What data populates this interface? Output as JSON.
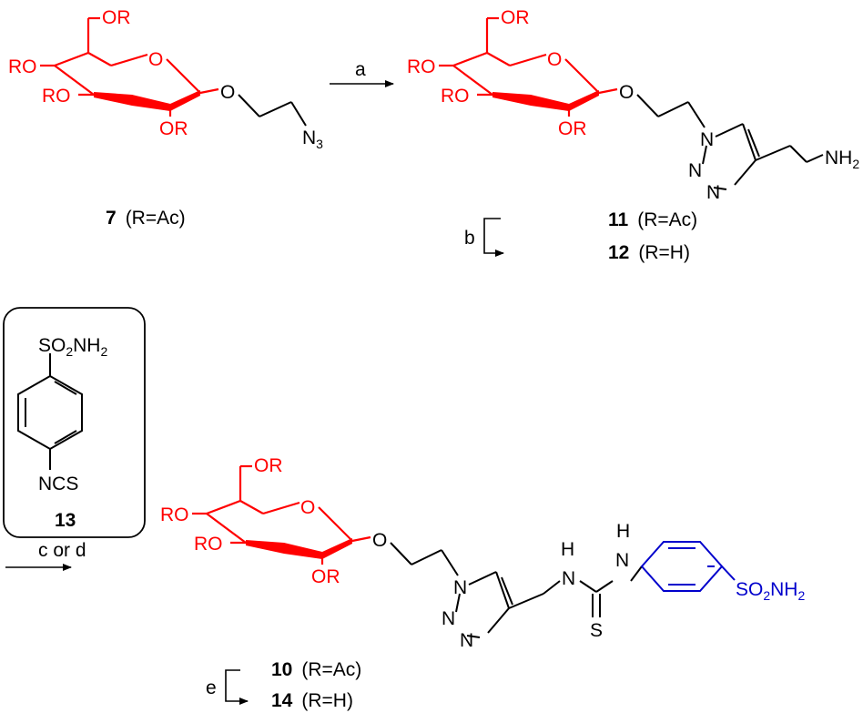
{
  "colors": {
    "sugar": "#ff0000",
    "aryl": "#0000cc",
    "ink": "#000000"
  },
  "labels": {
    "or": "OR",
    "ro": "RO",
    "o": "O",
    "n3": "N",
    "n3_sub": "3",
    "n": "N",
    "n_dot": "N",
    "nh2": "NH",
    "nh2_sub": "2",
    "h": "H",
    "s": "S",
    "so2nh2_a": "SO",
    "so2nh2_b": "2",
    "so2nh2_c": "NH",
    "so2nh2_d": "2",
    "ncs": "NCS"
  },
  "compounds": {
    "c7": {
      "number": "7",
      "r": "(R=Ac)"
    },
    "c11": {
      "number": "11",
      "r": "(R=Ac)"
    },
    "c12": {
      "number": "12",
      "r": "(R=H)"
    },
    "c13": {
      "number": "13"
    },
    "c10": {
      "number": "10",
      "r": "(R=Ac)"
    },
    "c14": {
      "number": "14",
      "r": "(R=H)"
    }
  },
  "steps": {
    "a": "a",
    "b": "b",
    "cd": "c or d",
    "e": "e"
  }
}
